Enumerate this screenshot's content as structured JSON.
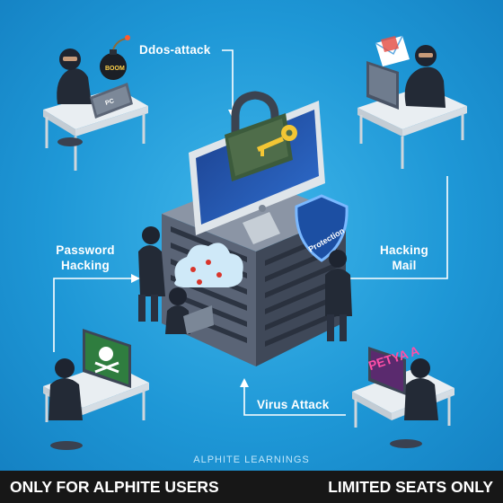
{
  "labels": {
    "ddos": "Ddos-attack",
    "password_line1": "Password",
    "password_line2": "Hacking",
    "hacking_mail_line1": "Hacking",
    "hacking_mail_line2": "Mail",
    "virus": "Virus Attack"
  },
  "props": {
    "bomb_text": "BOOM",
    "laptop_text": "PC",
    "shield_text": "Protection",
    "petya_text": "PETYA A"
  },
  "footer": {
    "brand": "ALPHITE LEARNINGS",
    "left_banner": "ONLY FOR ALPHITE USERS",
    "right_banner": "LIMITED SEATS ONLY"
  },
  "colors": {
    "background": "#1e97d6",
    "banner": "#171717",
    "text": "#ffffff"
  }
}
